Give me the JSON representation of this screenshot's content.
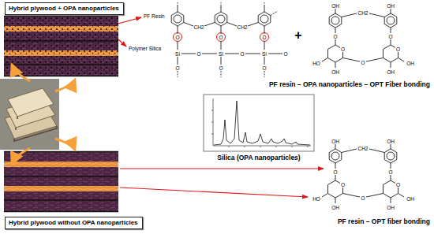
{
  "diagram": {
    "nodes": [
      {
        "text": [
          "Hybrid plywood + OPA nanoparticles"
        ]
      },
      {
        "text": [
          "Hybrid plywood without OPA nanoparticles"
        ]
      }
    ],
    "labels": [
      "PF Resin",
      "Polymer Silica",
      "CH2",
      "CH2",
      "O",
      "O",
      "O",
      "Si",
      "O",
      "Si",
      "O",
      "Si",
      "O",
      "O",
      "O",
      "O",
      "+",
      "OH",
      "CH2",
      "OH",
      "O",
      "O",
      "O",
      "O",
      "HO",
      "O",
      "OH",
      "OH",
      "OH",
      "PF resin – OPA nanoparticles – OPT Fiber bonding",
      "Silica (OPA nanoparticles)",
      "OH",
      "CH2",
      "OH",
      "O",
      "O",
      "O",
      "O",
      "HO",
      "O",
      "OH",
      "OH",
      "OH",
      "PF resin – OPT fiber bonding"
    ]
  }
}
